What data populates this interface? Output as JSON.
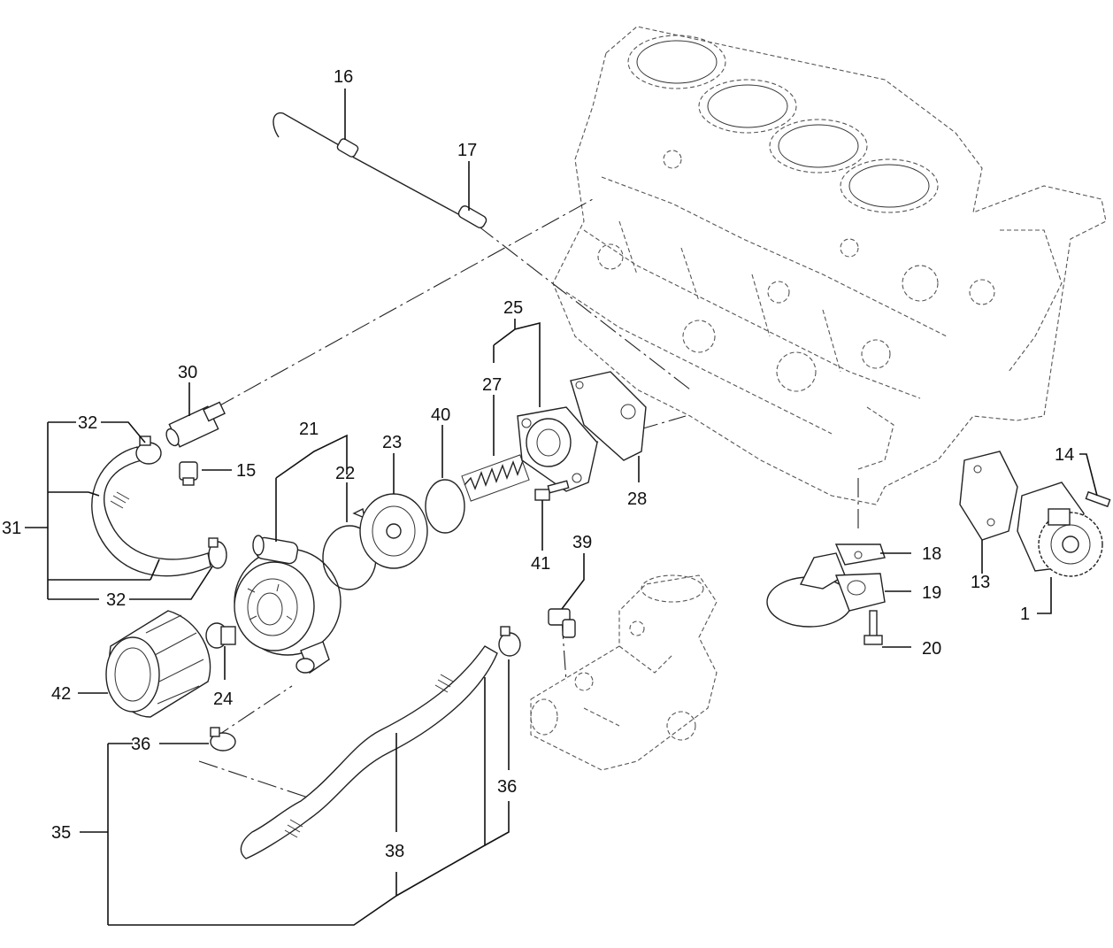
{
  "callouts": {
    "c1": "1",
    "c13": "13",
    "c14": "14",
    "c15": "15",
    "c16": "16",
    "c17": "17",
    "c18": "18",
    "c19": "19",
    "c20": "20",
    "c21": "21",
    "c22": "22",
    "c23": "23",
    "c24": "24",
    "c25": "25",
    "c27": "27",
    "c28": "28",
    "c30": "30",
    "c31": "31",
    "c32a": "32",
    "c32b": "32",
    "c35": "35",
    "c36a": "36",
    "c36b": "36",
    "c38": "38",
    "c39": "39",
    "c40": "40",
    "c41": "41",
    "c42": "42"
  },
  "colors": {
    "line": "#111111",
    "background": "#ffffff"
  }
}
